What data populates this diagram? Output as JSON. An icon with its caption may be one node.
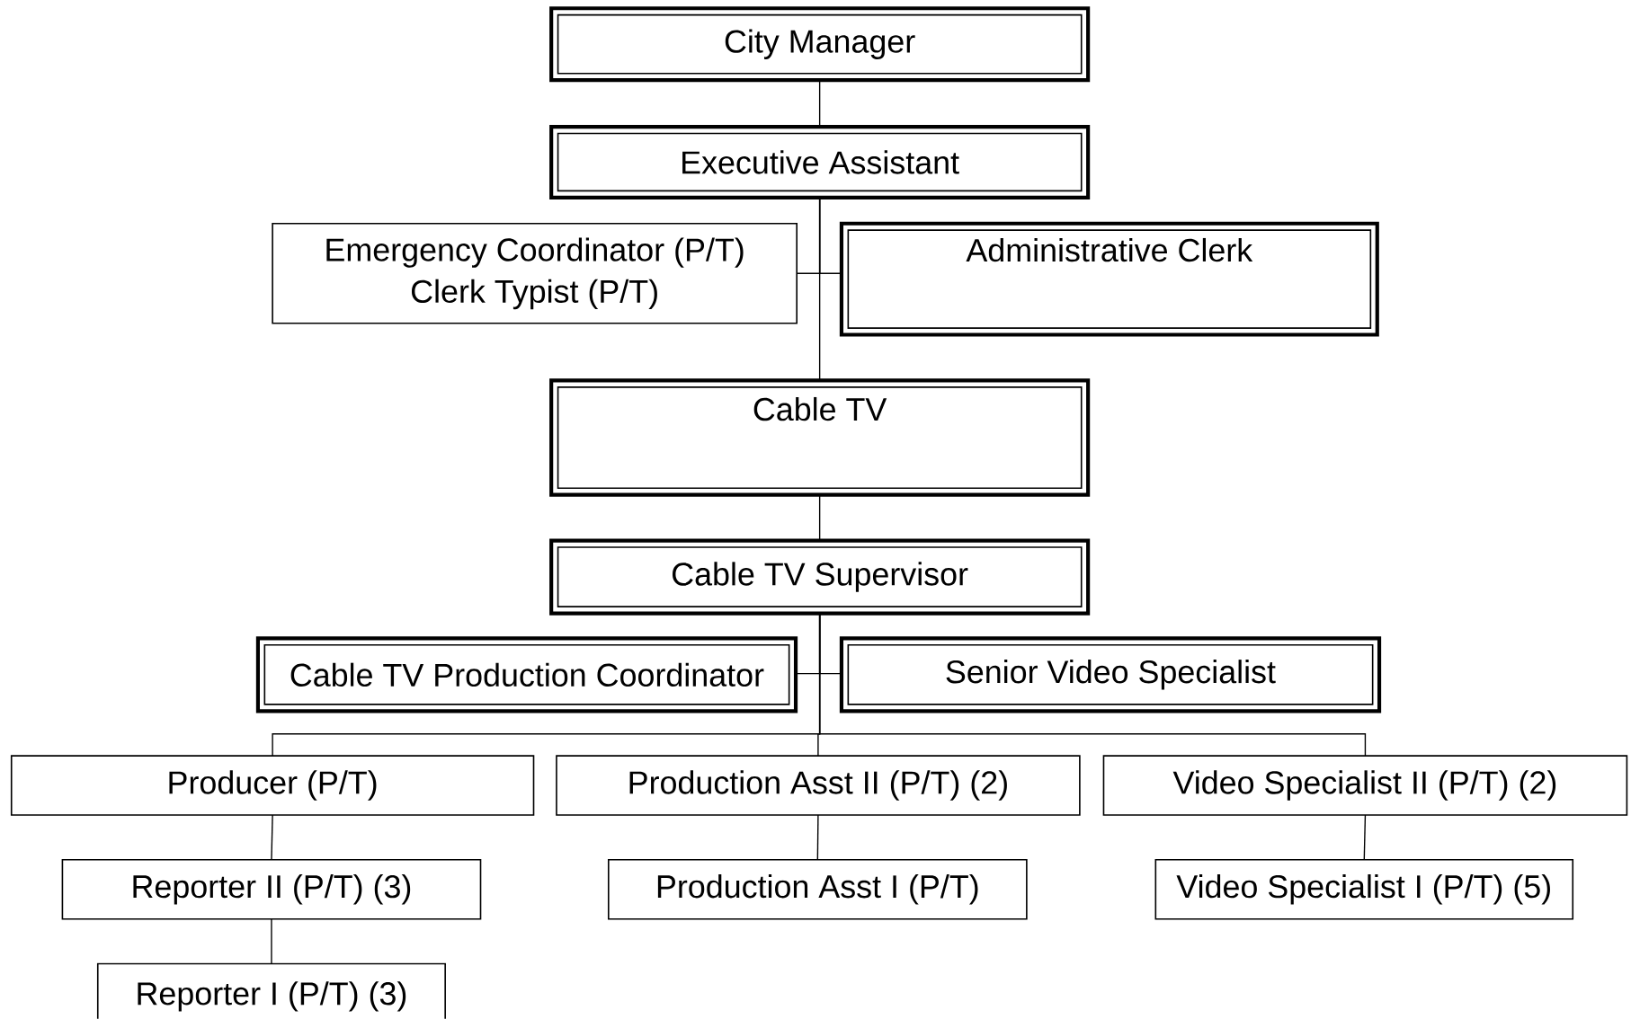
{
  "diagram": {
    "nodes": [
      {
        "text": [
          "City Manager"
        ]
      },
      {
        "text": [
          "Executive Assistant"
        ]
      },
      {
        "text": [
          "Emergency Coordinator (P/T)",
          "Clerk Typist (P/T)"
        ]
      },
      {
        "text": [
          "Administrative Clerk"
        ]
      },
      {
        "text": [
          "Cable TV"
        ]
      },
      {
        "text": [
          "Cable TV Supervisor"
        ]
      },
      {
        "text": [
          "Cable TV Production Coordinator"
        ]
      },
      {
        "text": [
          "Senior Video Specialist"
        ]
      },
      {
        "text": [
          "Producer (P/T)"
        ]
      },
      {
        "text": [
          "Production Asst II (P/T) (2)"
        ]
      },
      {
        "text": [
          "Video Specialist II (P/T) (2)"
        ]
      },
      {
        "text": [
          "Reporter II (P/T) (3)"
        ]
      },
      {
        "text": [
          "Production Asst I (P/T)"
        ]
      },
      {
        "text": [
          "Video Specialist I (P/T) (5)"
        ]
      },
      {
        "text": [
          "Reporter I (P/T) (3)"
        ]
      }
    ],
    "edges": [
      {
        "from": 0,
        "to": 1,
        "arrow": "none"
      },
      {
        "from": 1,
        "to": 2,
        "arrow": "none"
      },
      {
        "from": 1,
        "to": 3,
        "arrow": "none"
      },
      {
        "from": 1,
        "to": 4,
        "arrow": "none"
      },
      {
        "from": 4,
        "to": 5,
        "arrow": "none"
      },
      {
        "from": 5,
        "to": 6,
        "arrow": "none"
      },
      {
        "from": 5,
        "to": 7,
        "arrow": "none"
      },
      {
        "from": 5,
        "to": 8,
        "arrow": "none"
      },
      {
        "from": 5,
        "to": 9,
        "arrow": "none"
      },
      {
        "from": 5,
        "to": 10,
        "arrow": "none"
      },
      {
        "from": 8,
        "to": 11,
        "arrow": "none"
      },
      {
        "from": 11,
        "to": 14,
        "arrow": "none"
      },
      {
        "from": 9,
        "to": 12,
        "arrow": "none"
      },
      {
        "from": 10,
        "to": 13,
        "arrow": "none"
      }
    ]
  }
}
